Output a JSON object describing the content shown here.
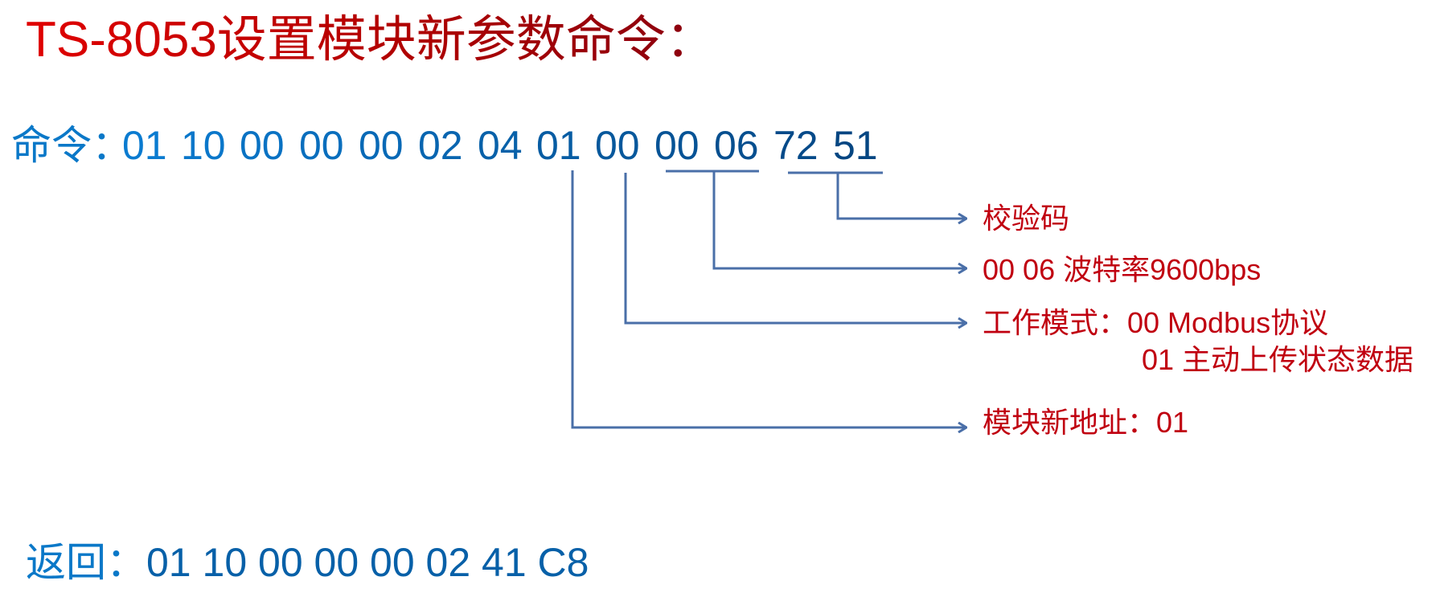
{
  "title": "TS-8053设置模块新参数命令：",
  "command": {
    "label": "命令：",
    "bytes": [
      "01",
      "10",
      "00",
      "00",
      "00",
      "02",
      "04",
      "01",
      "00",
      "00",
      "06",
      "72",
      "51"
    ]
  },
  "annotations": {
    "checksum": "校验码",
    "baud_rate": "00 06 波特率9600bps",
    "work_mode": "工作模式：00 Modbus协议",
    "work_mode_alt": "01 主动上传状态数据",
    "new_address": "模块新地址：01"
  },
  "response": {
    "label": "返回：",
    "value": "01 10 00 00 00 02 41 C8"
  },
  "colors": {
    "title": "#d00000",
    "command_text": "#0a78c8",
    "annotation_text": "#c00010",
    "connector": "#4a6fa8"
  }
}
